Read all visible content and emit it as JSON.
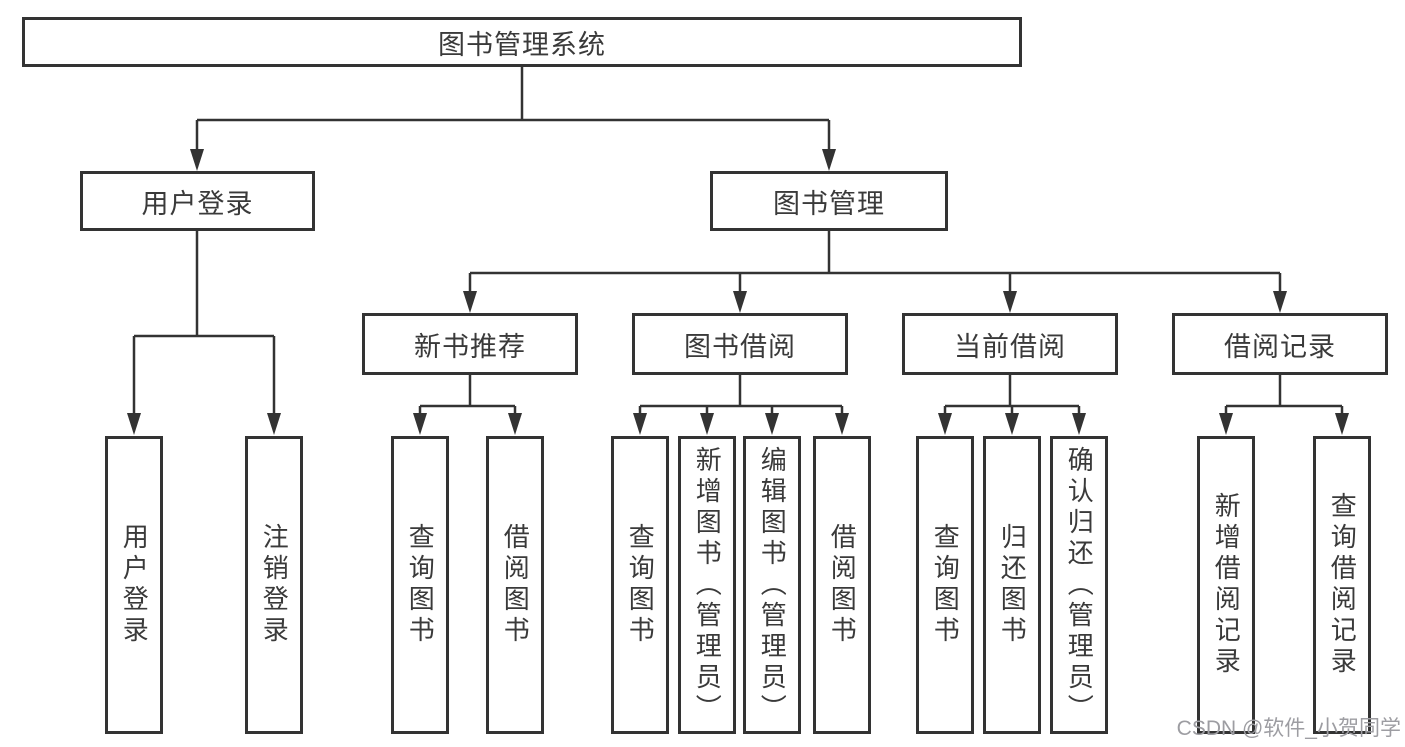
{
  "diagram": {
    "root": {
      "label": "图书管理系统"
    },
    "user_branch": {
      "label": "用户登录",
      "children": [
        {
          "label": "用户登录"
        },
        {
          "label": "注销登录"
        }
      ]
    },
    "book_branch": {
      "label": "图书管理",
      "groups": [
        {
          "label": "新书推荐",
          "children": [
            {
              "label": "查询图书"
            },
            {
              "label": "借阅图书"
            }
          ]
        },
        {
          "label": "图书借阅",
          "children": [
            {
              "label": "查询图书"
            },
            {
              "label": "新增图书（管理员）"
            },
            {
              "label": "编辑图书（管理员）"
            },
            {
              "label": "借阅图书"
            }
          ]
        },
        {
          "label": "当前借阅",
          "children": [
            {
              "label": "查询图书"
            },
            {
              "label": "归还图书"
            },
            {
              "label": "确认归还（管理员）"
            }
          ]
        },
        {
          "label": "借阅记录",
          "children": [
            {
              "label": "新增借阅记录"
            },
            {
              "label": "查询借阅记录"
            }
          ]
        }
      ]
    },
    "colors": {
      "line": "#333333",
      "text": "#3a3a3a",
      "background": "#ffffff"
    }
  },
  "watermark": {
    "text": "CSDN @软件_小贺同学",
    "color": "#9d9da2"
  }
}
